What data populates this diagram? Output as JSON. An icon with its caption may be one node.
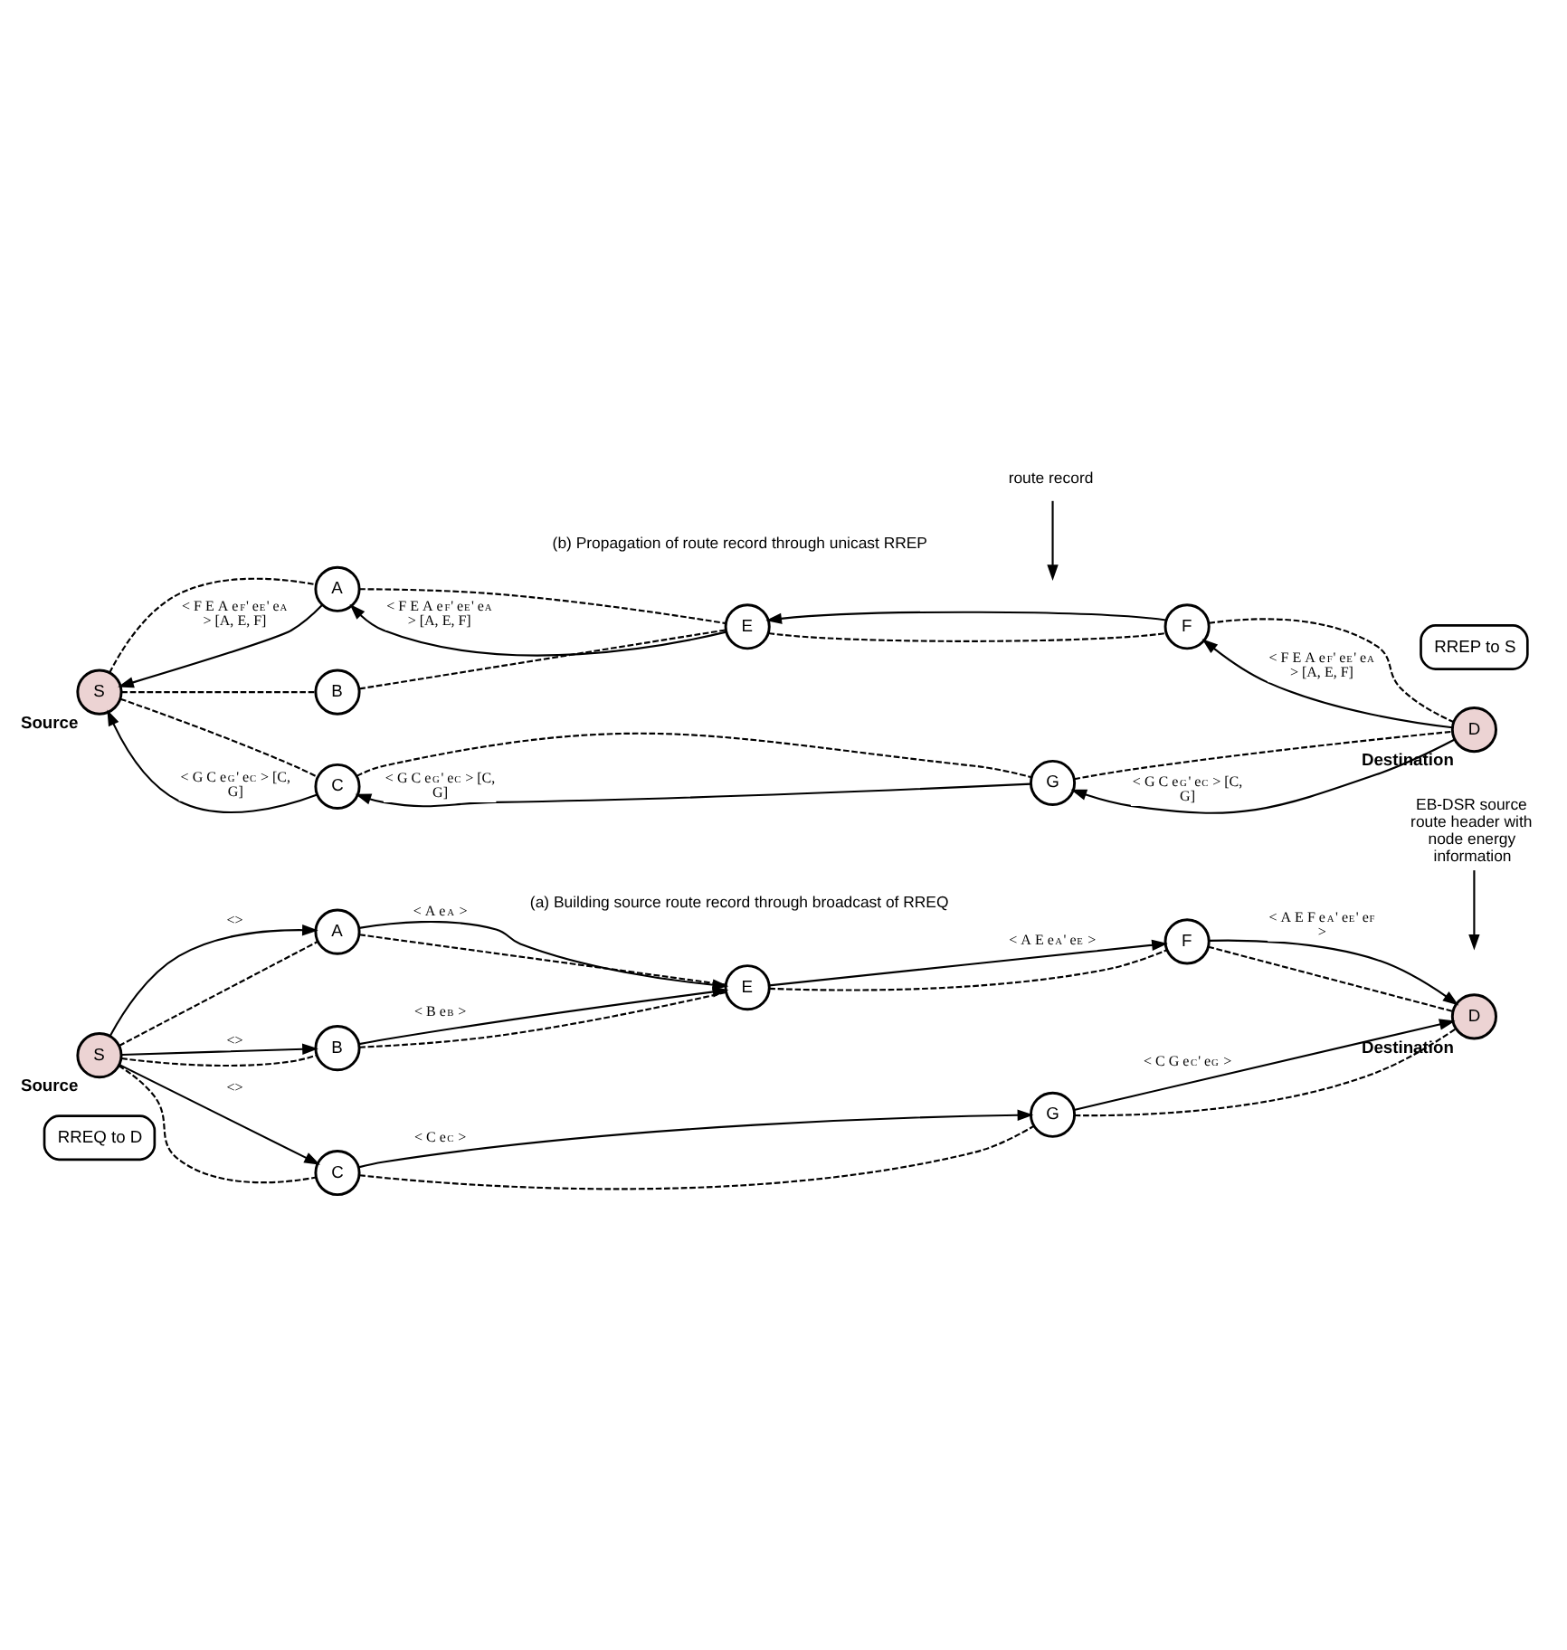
{
  "diagram": {
    "nodes": [
      {
        "text": [
          "RREQ to D"
        ]
      },
      {
        "text": [
          "S"
        ],
        "beside": [
          "Source"
        ]
      },
      {
        "text": [
          "A"
        ]
      },
      {
        "text": [
          "B"
        ]
      },
      {
        "text": [
          "C"
        ]
      },
      {
        "text": [
          "E"
        ]
      },
      {
        "text": [
          "F"
        ]
      },
      {
        "text": [
          "G"
        ]
      },
      {
        "text": [
          "D"
        ],
        "beside": [
          "Destination"
        ]
      },
      {
        "text": [
          "EB-DSR source route header with node energy information"
        ]
      },
      {
        "text": [
          "S"
        ],
        "beside": [
          "Source"
        ]
      },
      {
        "text": [
          "A"
        ]
      },
      {
        "text": [
          "B"
        ]
      },
      {
        "text": [
          "C"
        ]
      },
      {
        "text": [
          "E"
        ]
      },
      {
        "text": [
          "F"
        ]
      },
      {
        "text": [
          "G"
        ]
      },
      {
        "text": [
          "D"
        ],
        "beside": [
          "Destination"
        ]
      },
      {
        "text": [
          "RREP to S"
        ]
      },
      {
        "text": [
          "route record"
        ]
      }
    ],
    "edges": [
      {
        "from": 1,
        "to": 2,
        "arrow": "to",
        "label": "<>"
      },
      {
        "from": 1,
        "to": 2,
        "arrow": "none",
        "style": "dashed"
      },
      {
        "from": 1,
        "to": 3,
        "arrow": "to",
        "label": "<>"
      },
      {
        "from": 1,
        "to": 3,
        "arrow": "none",
        "style": "dashed"
      },
      {
        "from": 1,
        "to": 4,
        "arrow": "to",
        "label": "<>"
      },
      {
        "from": 1,
        "to": 4,
        "arrow": "none",
        "style": "dashed"
      },
      {
        "from": 2,
        "to": 5,
        "arrow": "to",
        "label": "< A e$_{A}$ >"
      },
      {
        "from": 2,
        "to": 5,
        "arrow": "none",
        "style": "dashed"
      },
      {
        "from": 3,
        "to": 5,
        "arrow": "to",
        "label": "< B e$_{B}$ >"
      },
      {
        "from": 3,
        "to": 5,
        "arrow": "none",
        "style": "dashed"
      },
      {
        "from": 5,
        "to": 6,
        "arrow": "to",
        "label": "< A E e$_{A}$' e$_{E}$ >"
      },
      {
        "from": 5,
        "to": 6,
        "arrow": "none",
        "style": "dashed"
      },
      {
        "from": 6,
        "to": 8,
        "arrow": "to",
        "label": "< A E F e$_{A}$' e$_{E}$' e$_{F}$ >"
      },
      {
        "from": 6,
        "to": 8,
        "arrow": "none",
        "style": "dashed"
      },
      {
        "from": 4,
        "to": 7,
        "arrow": "to",
        "label": "< C e$_{C}$ >"
      },
      {
        "from": 4,
        "to": 7,
        "arrow": "none",
        "style": "dashed"
      },
      {
        "from": 7,
        "to": 8,
        "arrow": "to",
        "label": "< C G e$_{C}$' e$_{G}$ >"
      },
      {
        "from": 7,
        "to": 8,
        "arrow": "none",
        "style": "dashed"
      },
      {
        "from": 9,
        "to": null,
        "arrow": "to"
      },
      {
        "from": 11,
        "to": 10,
        "arrow": "to",
        "label": "< F E A e$_{F}$' e$_{E}$' e$_{A}$ > [A, E, F]"
      },
      {
        "from": 10,
        "to": 11,
        "arrow": "none",
        "style": "dashed"
      },
      {
        "from": 10,
        "to": 12,
        "arrow": "none",
        "style": "dashed"
      },
      {
        "from": 13,
        "to": 10,
        "arrow": "to",
        "label": "< G C e$_{G}$' e$_{C}$ > [C, G]"
      },
      {
        "from": 10,
        "to": 13,
        "arrow": "none",
        "style": "dashed"
      },
      {
        "from": 14,
        "to": 11,
        "arrow": "to",
        "label": "< F E A e$_{F}$' e$_{E}$' e$_{A}$ > [A, E, F]"
      },
      {
        "from": 11,
        "to": 14,
        "arrow": "none",
        "style": "dashed"
      },
      {
        "from": 12,
        "to": 14,
        "arrow": "none",
        "style": "dashed"
      },
      {
        "from": 15,
        "to": 14,
        "arrow": "to"
      },
      {
        "from": 14,
        "to": 15,
        "arrow": "none",
        "style": "dashed"
      },
      {
        "from": 17,
        "to": 15,
        "arrow": "to",
        "label": "< F E A e$_{F}$' e$_{E}$' e$_{A}$ > [A, E, F]"
      },
      {
        "from": 15,
        "to": 17,
        "arrow": "none",
        "style": "dashed"
      },
      {
        "from": 16,
        "to": 13,
        "arrow": "to",
        "label": "< G C e$_{G}$' e$_{C}$ > [C, G]"
      },
      {
        "from": 13,
        "to": 16,
        "arrow": "none",
        "style": "dashed"
      },
      {
        "from": 17,
        "to": 16,
        "arrow": "to",
        "label": "< G C e$_{G}$' e$_{C}$ > [C, G]"
      },
      {
        "from": 16,
        "to": 17,
        "arrow": "none",
        "style": "dashed"
      },
      {
        "from": 19,
        "to": null,
        "arrow": "to"
      }
    ],
    "labels": [
      "(a) Building source route record through broadcast of RREQ",
      "(b) Propagation of route record through unicast RREP"
    ]
  }
}
